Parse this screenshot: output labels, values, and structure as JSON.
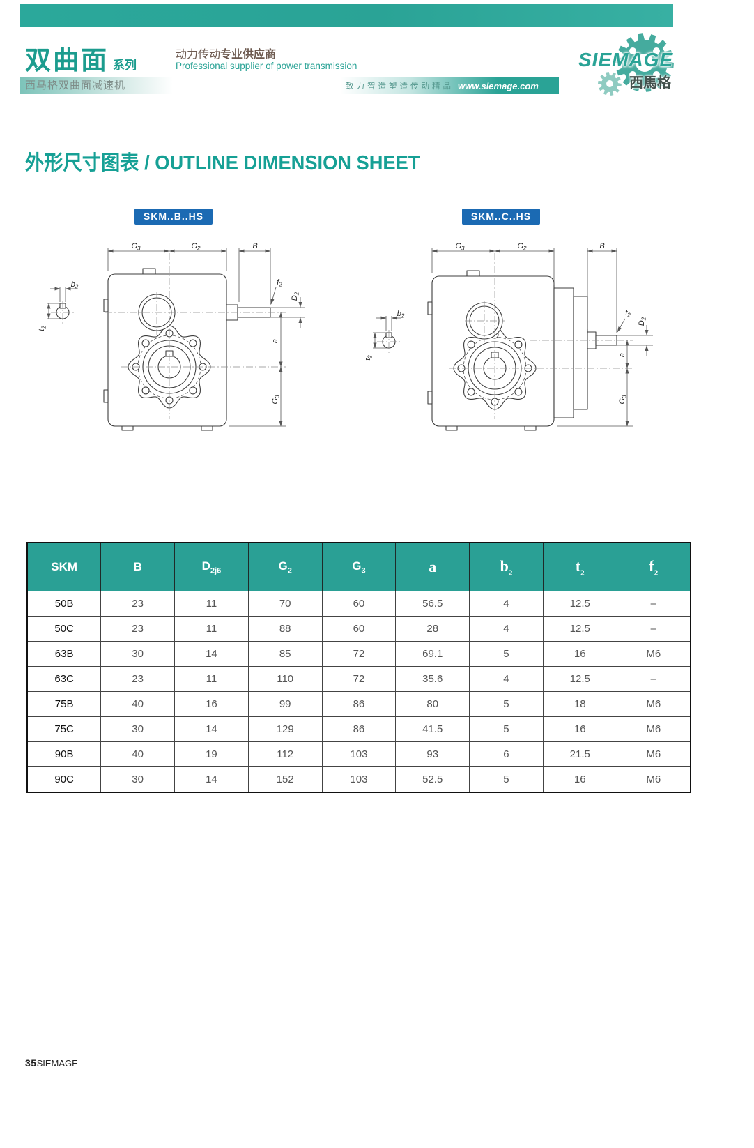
{
  "header": {
    "series_title": "双曲面",
    "series_suffix": "系列",
    "series_subtitle": "西马格双曲面减速机",
    "slogan_cn_regular": "动力传动",
    "slogan_cn_bold": "专业供应商",
    "slogan_en": "Professional supplier of power transmission",
    "banner_text": "致力智造塑造传动精品",
    "website": "www.siemage.com",
    "logo_text": "SIEMAGE",
    "logo_cn": "西馬格"
  },
  "section_title": "外形尺寸图表 / OUTLINE DIMENSION SHEET",
  "drawings": [
    {
      "label": "SKM..B..HS"
    },
    {
      "label": "SKM..C..HS"
    }
  ],
  "dim_labels": {
    "G2": {
      "base": "G",
      "sub": "2"
    },
    "G3": {
      "base": "G",
      "sub": "3"
    },
    "B": {
      "base": "B",
      "sub": ""
    },
    "b2": {
      "base": "b",
      "sub": "2"
    },
    "t2": {
      "base": "t",
      "sub": "2"
    },
    "f2": {
      "base": "f",
      "sub": "2"
    },
    "D2": {
      "base": "D",
      "sub": "2"
    },
    "a": {
      "base": "a",
      "sub": ""
    }
  },
  "table": {
    "headers": [
      {
        "base": "SKM",
        "sub": "",
        "em": false
      },
      {
        "base": "B",
        "sub": "",
        "em": false
      },
      {
        "base": "D",
        "sub": "2j6",
        "em": false
      },
      {
        "base": "G",
        "sub": "2",
        "em": false
      },
      {
        "base": "G",
        "sub": "3",
        "em": false
      },
      {
        "base": "a",
        "sub": "",
        "em": true
      },
      {
        "base": "b",
        "sub": "2",
        "em": true
      },
      {
        "base": "t",
        "sub": "2",
        "em": true
      },
      {
        "base": "f",
        "sub": "2",
        "em": true
      }
    ],
    "rows": [
      [
        "50B",
        "23",
        "11",
        "70",
        "60",
        "56.5",
        "4",
        "12.5",
        "–"
      ],
      [
        "50C",
        "23",
        "11",
        "88",
        "60",
        "28",
        "4",
        "12.5",
        "–"
      ],
      [
        "63B",
        "30",
        "14",
        "85",
        "72",
        "69.1",
        "5",
        "16",
        "M6"
      ],
      [
        "63C",
        "23",
        "11",
        "110",
        "72",
        "35.6",
        "4",
        "12.5",
        "–"
      ],
      [
        "75B",
        "40",
        "16",
        "99",
        "86",
        "80",
        "5",
        "18",
        "M6"
      ],
      [
        "75C",
        "30",
        "14",
        "129",
        "86",
        "41.5",
        "5",
        "16",
        "M6"
      ],
      [
        "90B",
        "40",
        "19",
        "112",
        "103",
        "93",
        "6",
        "21.5",
        "M6"
      ],
      [
        "90C",
        "30",
        "14",
        "152",
        "103",
        "52.5",
        "5",
        "16",
        "M6"
      ]
    ]
  },
  "footer": {
    "page_number": "35",
    "brand": "SIEMAGE"
  },
  "colors": {
    "teal": "#2aa396",
    "label_blue": "#1b6ab3",
    "table_header_teal": "#2aa095"
  }
}
